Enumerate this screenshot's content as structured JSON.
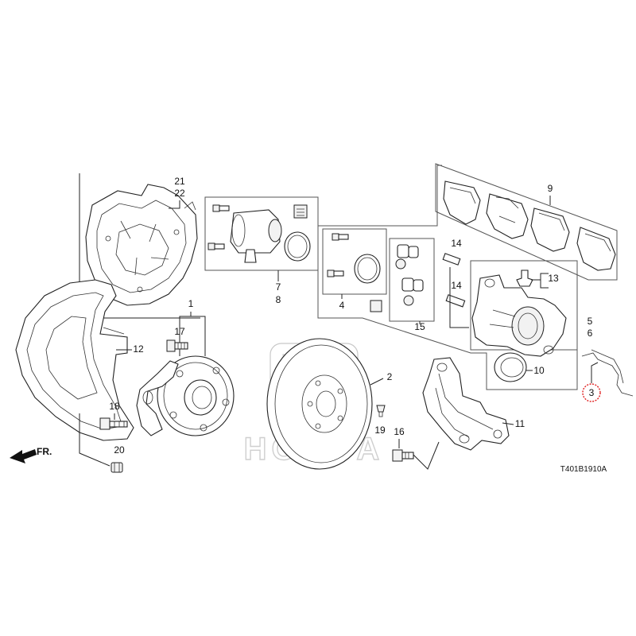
{
  "diagram_code": "T401B1910A",
  "direction_label": "FR.",
  "brand_watermark": "HONDA",
  "highlight_color": "#e02020",
  "parts": {
    "p1": "1",
    "p2": "2",
    "p3": "3",
    "p4": "4",
    "p5": "5",
    "p6": "6",
    "p7": "7",
    "p8": "8",
    "p9": "9",
    "p10": "10",
    "p11": "11",
    "p12": "12",
    "p13": "13",
    "p14a": "14",
    "p14b": "14",
    "p15": "15",
    "p16": "16",
    "p17": "17",
    "p18": "18",
    "p19": "19",
    "p20": "20",
    "p21": "21",
    "p22": "22"
  },
  "highlighted_part": "3"
}
